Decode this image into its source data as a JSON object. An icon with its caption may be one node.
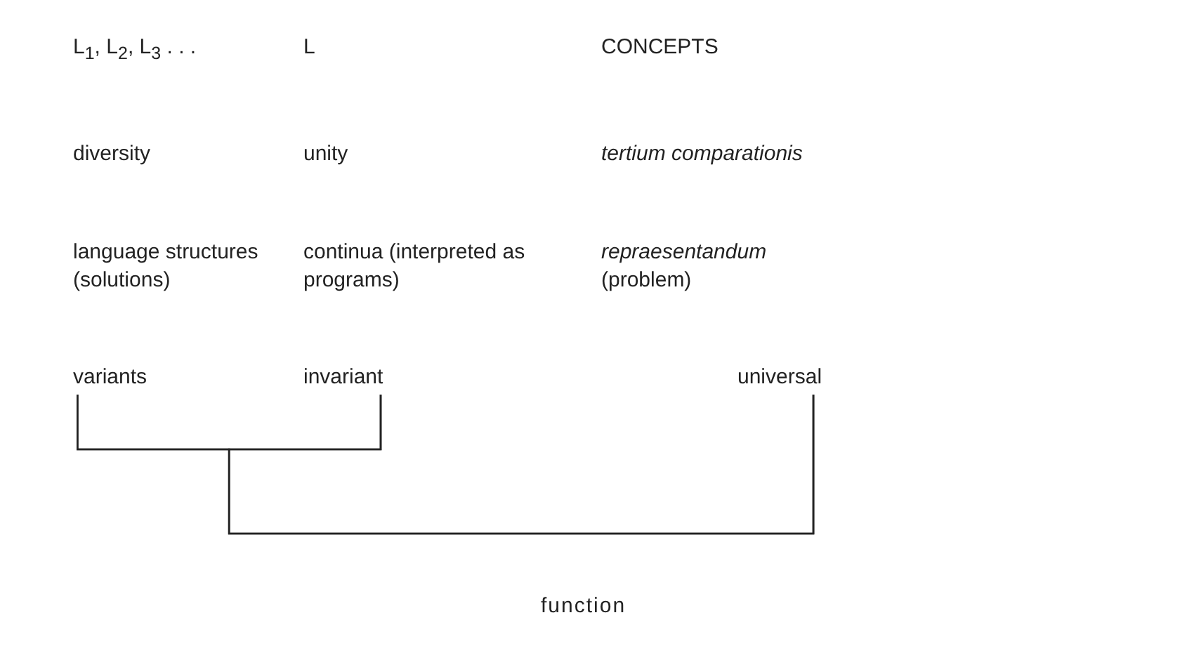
{
  "diagram": {
    "nodes": [
      {
        "text": [
          "variants"
        ]
      },
      {
        "text": [
          "invariant"
        ]
      },
      {
        "text": [
          "universal"
        ]
      }
    ],
    "edges": [
      {
        "from": 0,
        "to": 1,
        "arrow": "none"
      },
      {
        "from": 0,
        "to": 2,
        "arrow": "none"
      },
      {
        "from": 1,
        "to": 2,
        "arrow": "none"
      }
    ],
    "labels": [
      "L$_{1}$, L$_{2}$, L$_{3}$ . . .",
      "L",
      "CONCEPTS",
      "diversity",
      "unity",
      "tertium comparationis",
      "language structures (solutions)",
      "continua (interpreted as programs)",
      "*repraesentandum* (problem)",
      "function"
    ]
  }
}
